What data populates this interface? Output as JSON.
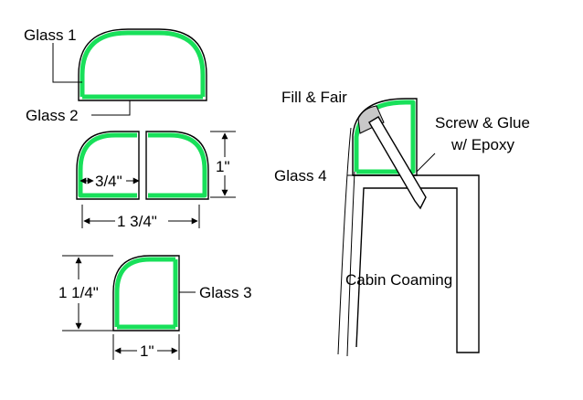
{
  "labels": {
    "glass1": "Glass 1",
    "glass2": "Glass 2",
    "glass3": "Glass 3",
    "glass4": "Glass 4",
    "dim_three_quarter": "3/4\"",
    "dim_one_inch_v": "1\"",
    "dim_one_three_quarter": "1 3/4\"",
    "dim_one_quarter_inch": "1 1/4\"",
    "dim_one_inch_h": "1\"",
    "fill_fair": "Fill & Fair",
    "screw_glue_1": "Screw & Glue",
    "screw_glue_2": "w/ Epoxy",
    "cabin_coaming": "Cabin Coaming"
  },
  "colors": {
    "glass": "#18e05a",
    "filler": "#c8c8c8",
    "line": "#000000"
  }
}
